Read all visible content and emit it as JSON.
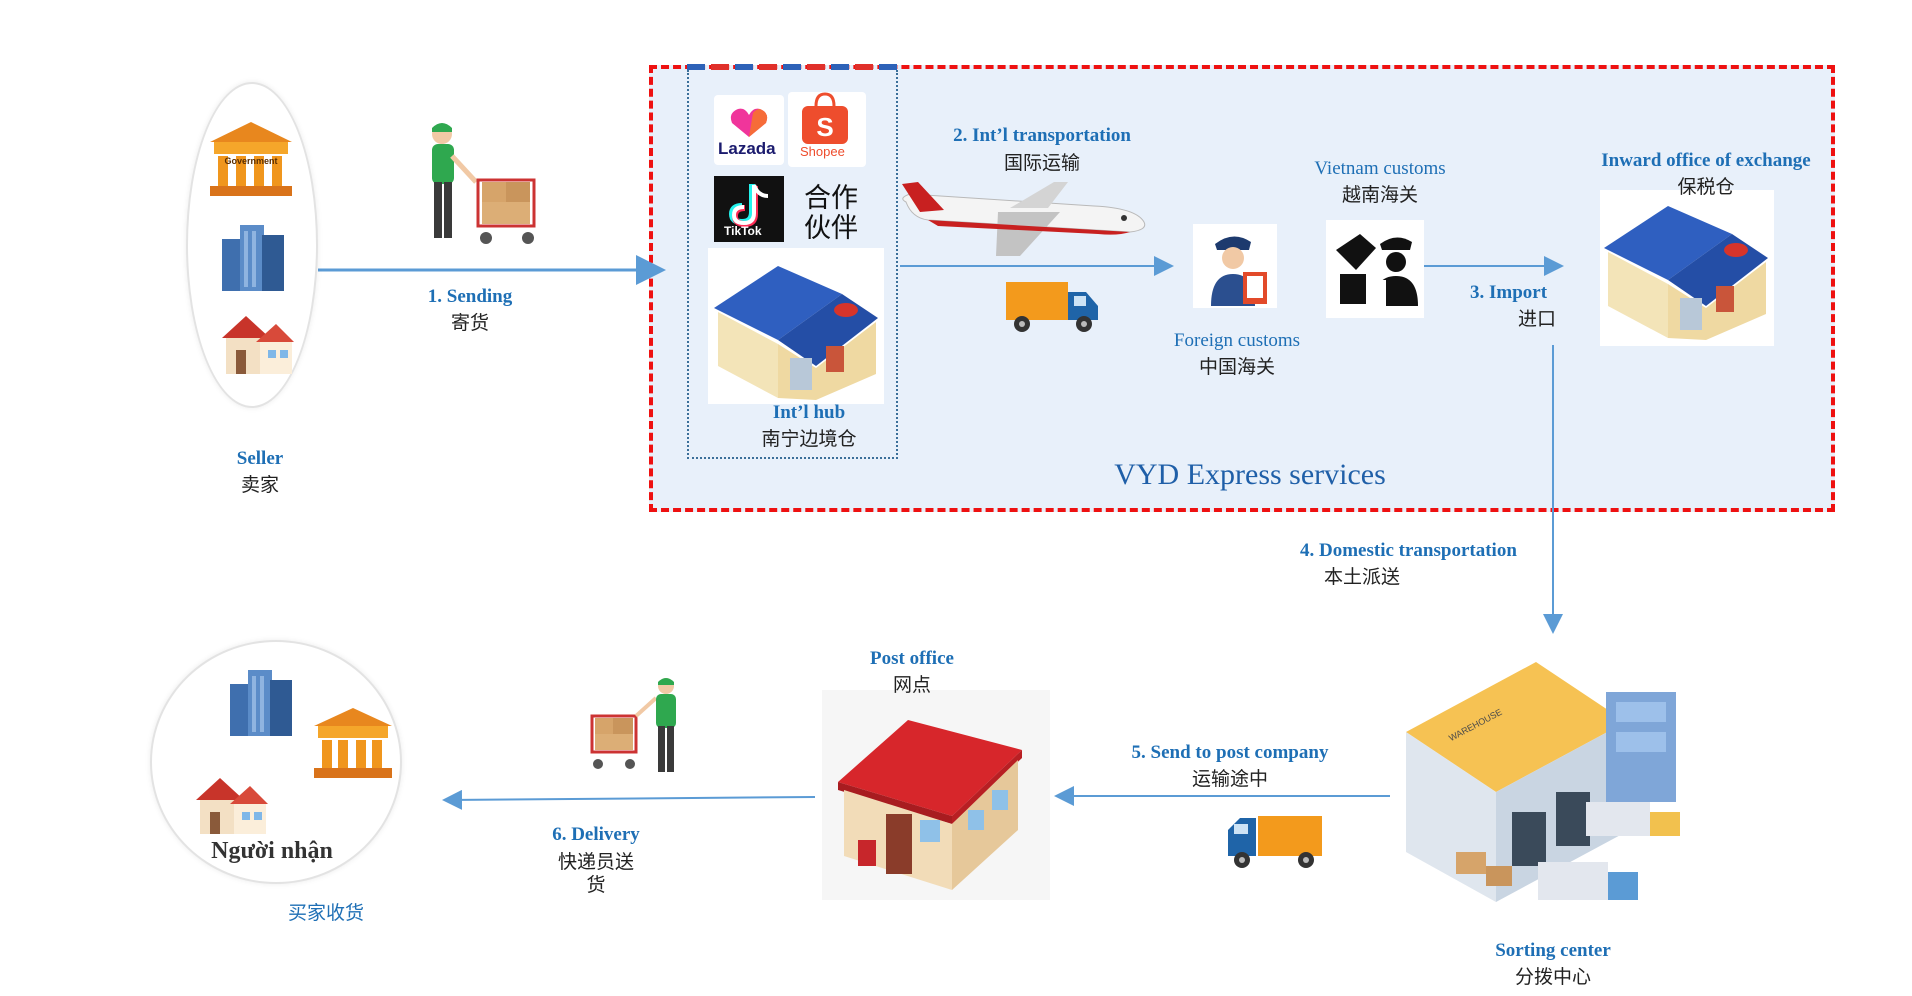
{
  "seller": {
    "en": "Seller",
    "zh": "卖家"
  },
  "receiver": {
    "oval_text": "Người nhận",
    "zh": "买家收货"
  },
  "partners": {
    "lazada": "Lazada",
    "shopee": "Shopee",
    "tiktok": "TikTok",
    "label_line1": "合作",
    "label_line2": "伙伴"
  },
  "steps": {
    "sending": {
      "en": "1. Sending",
      "zh": "寄货"
    },
    "intl_transport": {
      "en": "2. Int’l transportation",
      "zh": "国际运输"
    },
    "import": {
      "en": "3. Import",
      "zh": "进口"
    },
    "domestic": {
      "en": "4. Domestic transportation",
      "zh": "本土派送"
    },
    "to_post": {
      "en": "5. Send to post company",
      "zh": "运输途中"
    },
    "delivery": {
      "en": "6. Delivery",
      "zh_line1": "快递员送",
      "zh_line2": "货"
    }
  },
  "nodes": {
    "intl_hub": {
      "en": "Int’l hub",
      "zh": "南宁边境仓"
    },
    "foreign_customs": {
      "en": "Foreign customs",
      "zh": "中国海关"
    },
    "vn_customs": {
      "en": "Vietnam customs",
      "zh": "越南海关"
    },
    "inward_office": {
      "en": "Inward office of exchange",
      "zh": "保税仓"
    },
    "post_office": {
      "en": "Post office",
      "zh": "网点"
    },
    "sorting_center": {
      "en": "Sorting center",
      "zh": "分拨中心"
    }
  },
  "government_sign": "Government",
  "warehouse_sign": "WAREHOUSE",
  "service_box": {
    "title": "VYD Express services"
  },
  "colors": {
    "accent_blue": "#1e6fb5",
    "arrow_blue": "#5b9bd5",
    "dash_red": "#ee1111",
    "box_fill": "#e8f0fa"
  }
}
